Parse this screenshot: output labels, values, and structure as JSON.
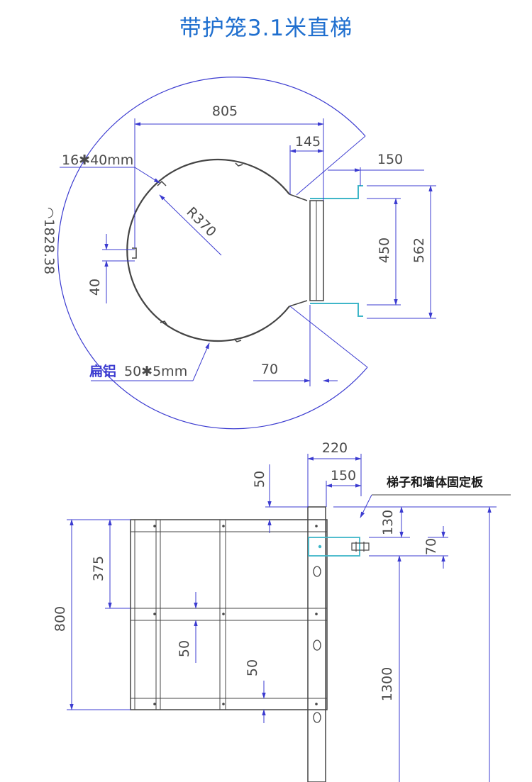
{
  "title": "带护笼3.1米直梯",
  "plan": {
    "dim_width": "805",
    "dim_offset": "145",
    "dim_bracket": "150",
    "note_hole": "16✱40mm",
    "radius": "R370",
    "arc_length": "◠1828.38",
    "dim_40": "40",
    "dim_450": "450",
    "dim_562": "562",
    "dim_70": "70",
    "material_bold": "扁铝",
    "material_size": "50✱5mm"
  },
  "side": {
    "dim_220": "220",
    "dim_150": "150",
    "dim_50_top": "50",
    "plate_label": "梯子和墙体固定板",
    "dim_130": "130",
    "dim_70": "70",
    "dim_375": "375",
    "dim_800": "800",
    "dim_50_a": "50",
    "dim_50_b": "50",
    "dim_1300": "1300"
  },
  "colors": {
    "title": "#1f6fcf",
    "dimension_line": "#3b3bd0",
    "part_outline": "#444444",
    "bracket": "#3fb6c8"
  }
}
